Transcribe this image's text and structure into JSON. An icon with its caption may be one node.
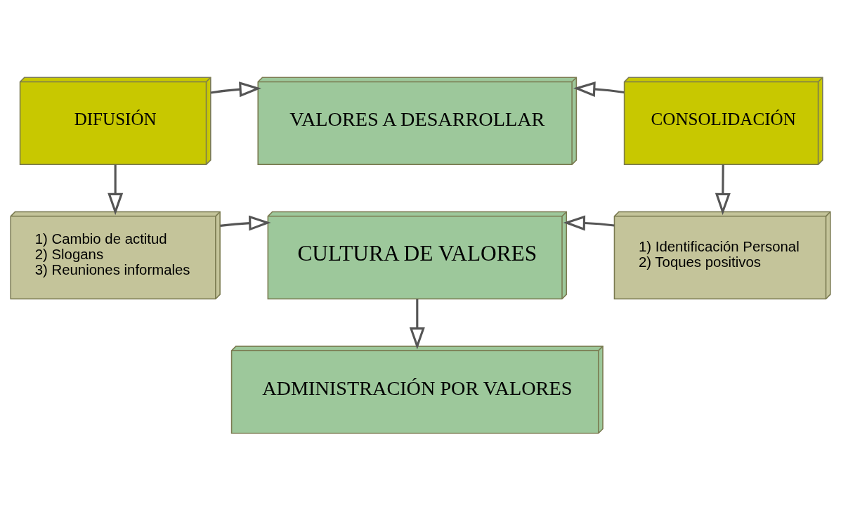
{
  "diagram": {
    "nodes": [
      {
        "text": [
          "DIFUSIÓN"
        ]
      },
      {
        "text": [
          "VALORES A DESARROLLAR"
        ]
      },
      {
        "text": [
          "CONSOLIDACIÓN"
        ]
      },
      {
        "text": [
          "1) Cambio de actitud",
          "2) Slogans",
          "3) Reuniones informales"
        ]
      },
      {
        "text": [
          "CULTURA DE VALORES"
        ]
      },
      {
        "text": [
          "1) Identificación Personal",
          "2) Toques positivos"
        ]
      },
      {
        "text": [
          "ADMINISTRACIÓN POR VALORES"
        ]
      }
    ],
    "edges": [
      {
        "from": 0,
        "to": 1,
        "arrow": "to"
      },
      {
        "from": 2,
        "to": 1,
        "arrow": "to"
      },
      {
        "from": 0,
        "to": 3,
        "arrow": "to"
      },
      {
        "from": 2,
        "to": 5,
        "arrow": "to"
      },
      {
        "from": 3,
        "to": 4,
        "arrow": "to"
      },
      {
        "from": 5,
        "to": 4,
        "arrow": "to"
      },
      {
        "from": 4,
        "to": 6,
        "arrow": "to"
      }
    ]
  }
}
